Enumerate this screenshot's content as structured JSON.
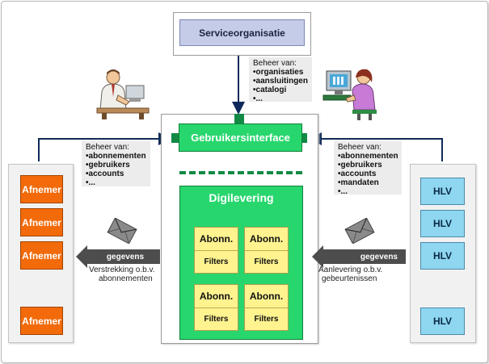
{
  "service_org": {
    "label": "Serviceorganisatie"
  },
  "note_top": {
    "heading": "Beheer van:",
    "items": [
      "organisaties",
      "aansluitingen",
      "catalogi",
      "..."
    ]
  },
  "note_left": {
    "heading": "Beheer van:",
    "items": [
      "abonnementen",
      "gebruikers",
      "accounts",
      "..."
    ]
  },
  "note_right": {
    "heading": "Beheer van:",
    "items": [
      "abonnementen",
      "gebruikers",
      "accounts",
      "mandaten",
      "..."
    ]
  },
  "ui": {
    "label": "Gebruikersinterface"
  },
  "digilevering": {
    "title": "Digilevering",
    "blocks": [
      {
        "top": "Abonn.",
        "bottom": "Filters"
      },
      {
        "top": "Abonn.",
        "bottom": "Filters"
      },
      {
        "top": "Abonn.",
        "bottom": "Filters"
      },
      {
        "top": "Abonn.",
        "bottom": "Filters"
      }
    ]
  },
  "afnemers": [
    "Afnemer",
    "Afnemer",
    "Afnemer",
    "Afnemer"
  ],
  "hlvs": [
    "HLV",
    "HLV",
    "HLV",
    "HLV"
  ],
  "left_arrow": {
    "label": "gegevens",
    "caption1": "Verstrekking o.b.v.",
    "caption2": "abonnementen"
  },
  "right_arrow": {
    "label": "gegevens",
    "caption1": "Aanlevering o.b.v.",
    "caption2": "gebeurtenissen"
  },
  "colors": {
    "afnemer": "#f26a0a",
    "hlv": "#8fd6f0",
    "digilevering": "#28d66e",
    "abonnement": "#fff38f",
    "service_org": "#c5cce7",
    "connector": "#0f2a5a"
  },
  "icons": [
    "manager-clipart-icon",
    "computer-user-clipart-icon",
    "envelope-icon",
    "envelope-icon"
  ]
}
